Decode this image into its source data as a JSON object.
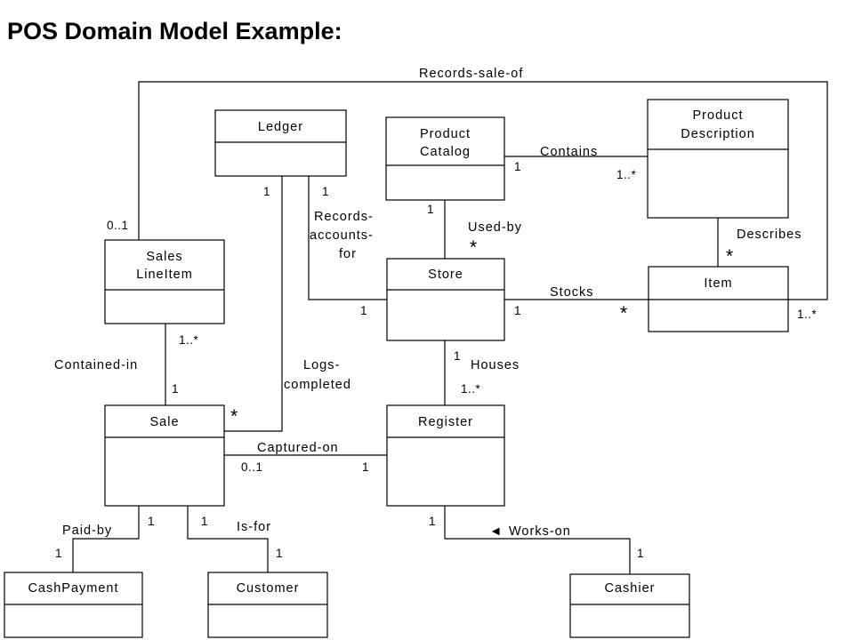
{
  "title": "POS Domain Model Example:",
  "classes": {
    "ledger": "Ledger",
    "product_catalog": [
      "Product",
      "Catalog"
    ],
    "product_description": [
      "Product",
      "Description"
    ],
    "sales_line_item": [
      "Sales",
      "LineItem"
    ],
    "store": "Store",
    "item": "Item",
    "sale": "Sale",
    "register": "Register",
    "cash_payment": "CashPayment",
    "customer": "Customer",
    "cashier": "Cashier"
  },
  "associations": {
    "records_sale_of": "Records-sale-of",
    "contains": "Contains",
    "records_accounts_for": [
      "Records-",
      "accounts-",
      "for"
    ],
    "used_by": "Used-by",
    "describes": "Describes",
    "stocks": "Stocks",
    "contained_in": "Contained-in",
    "logs_completed": [
      "Logs-",
      "completed"
    ],
    "houses": "Houses",
    "captured_on": "Captured-on",
    "paid_by": "Paid-by",
    "is_for": "Is-for",
    "works_on": "Works-on"
  },
  "multiplicities": {
    "records_sale_of_sli": "0..1",
    "records_sale_of_item": "1..*",
    "ledger_logs": "1",
    "ledger_records": "1",
    "catalog_contains": "1",
    "description_contains": "1..*",
    "catalog_used_by": "1",
    "store_used_by": "*",
    "describes_item": "*",
    "store_records": "1",
    "store_stocks": "1",
    "item_stocks": "*",
    "sli_contained": "1..*",
    "sale_contained": "1",
    "sale_logs": "*",
    "store_houses": "1",
    "register_houses": "1..*",
    "sale_captured": "0..1",
    "register_captured": "1",
    "sale_paid": "1",
    "sale_isfor": "1",
    "cashpayment_paid": "1",
    "customer_isfor": "1",
    "register_works": "1",
    "cashier_works": "1"
  },
  "direction_arrow": "◄"
}
